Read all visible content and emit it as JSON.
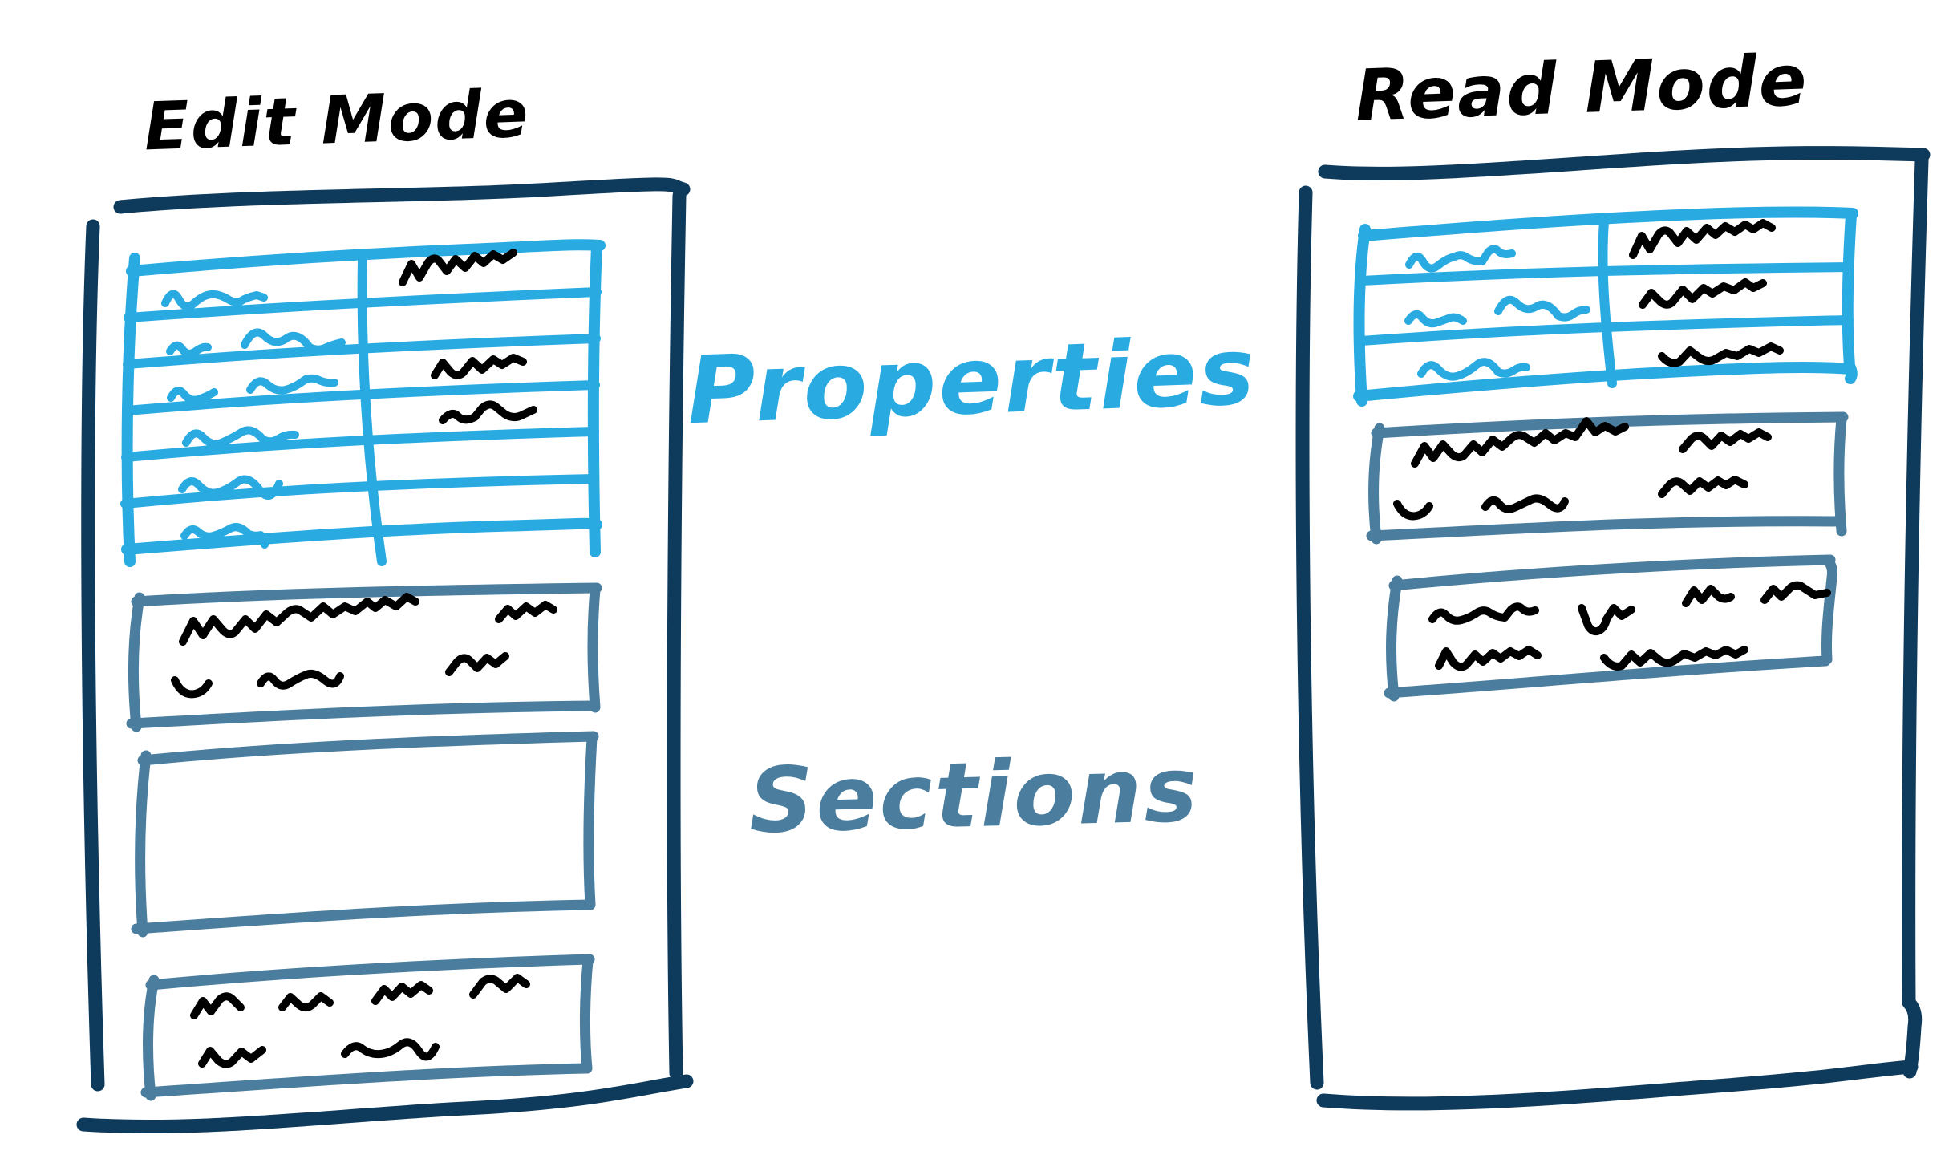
{
  "colors": {
    "paper": "#ffffff",
    "navy": "#0e3a5c",
    "cyan": "#29abe2",
    "steel": "#4b7e9e",
    "ink": "#000000"
  },
  "diagram": {
    "type": "hand-drawn wireframe comparison sketch",
    "panels": [
      {
        "id": "edit-mode",
        "title": "Edit Mode",
        "properties_table": {
          "rows": 6,
          "columns": 2,
          "left_column_scribble_rows": [
            1,
            2,
            3,
            4,
            5,
            6
          ],
          "right_column_scribble_rows": [
            1,
            3,
            4
          ],
          "scribble_color_left": "cyan",
          "scribble_color_right": "ink"
        },
        "sections": [
          {
            "index": 1,
            "content": "text-scribbles",
            "lines": 2
          },
          {
            "index": 2,
            "content": "empty",
            "lines": 0
          },
          {
            "index": 3,
            "content": "text-scribbles",
            "lines": 2
          }
        ]
      },
      {
        "id": "read-mode",
        "title": "Read Mode",
        "properties_table": {
          "rows": 3,
          "columns": 2,
          "left_column_scribble_rows": [
            1,
            2,
            3
          ],
          "right_column_scribble_rows": [
            1,
            2,
            3
          ],
          "scribble_color_left": "cyan",
          "scribble_color_right": "ink"
        },
        "sections": [
          {
            "index": 1,
            "content": "text-scribbles",
            "lines": 2
          },
          {
            "index": 2,
            "content": "text-scribbles",
            "lines": 2
          }
        ]
      }
    ],
    "annotations": [
      {
        "id": "properties",
        "text": "Properties",
        "color": "#29abe2",
        "refers_to": "properties-table"
      },
      {
        "id": "sections",
        "text": "Sections",
        "color": "#4b7e9e",
        "refers_to": "section-boxes"
      }
    ]
  }
}
